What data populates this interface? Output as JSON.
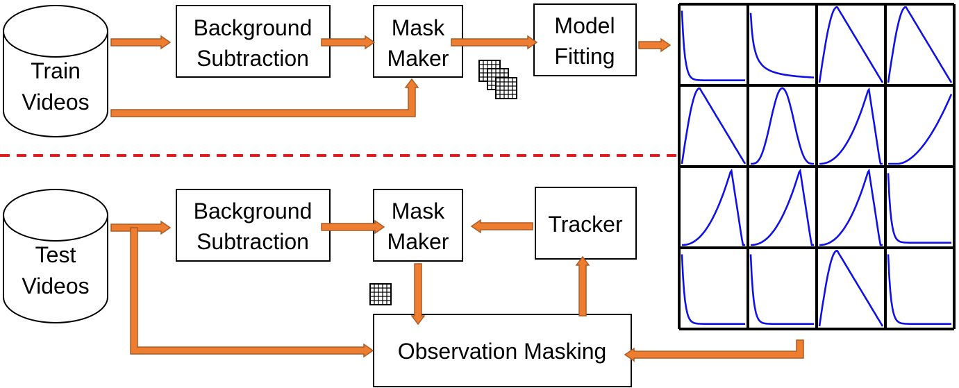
{
  "colors": {
    "arrow_fill": "#ED7D31",
    "arrow_stroke": "#AE5A21",
    "separator": "#E31A1C",
    "curve": "#1010E8",
    "box_stroke": "#000000",
    "grid_stroke": "#000000"
  },
  "train_row": {
    "database_label": [
      "Train",
      "Videos"
    ],
    "background_subtraction_label": [
      "Background",
      "Subtraction"
    ],
    "mask_maker_label": [
      "Mask",
      "Maker"
    ],
    "model_fitting_label": [
      "Model",
      "Fitting"
    ],
    "mask_stack_icon": "grid-stack-icon"
  },
  "test_row": {
    "database_label": [
      "Test",
      "Videos"
    ],
    "background_subtraction_label": [
      "Background",
      "Subtraction"
    ],
    "mask_maker_label": [
      "Mask",
      "Maker"
    ],
    "tracker_label": "Tracker",
    "observation_masking_label": "Observation Masking",
    "mask_icon": "grid-icon"
  },
  "model_grid": {
    "rows": 4,
    "cols": 4,
    "curves": [
      "decay-sharp",
      "decay-slow",
      "hump-early",
      "hump-early",
      "hump-early",
      "hump-center",
      "hump-late",
      "rise-late",
      "hump-late",
      "hump-late",
      "hump-late",
      "decay-sharp",
      "decay-sharp",
      "decay-sharp",
      "hump-early",
      "decay-sharp"
    ]
  }
}
